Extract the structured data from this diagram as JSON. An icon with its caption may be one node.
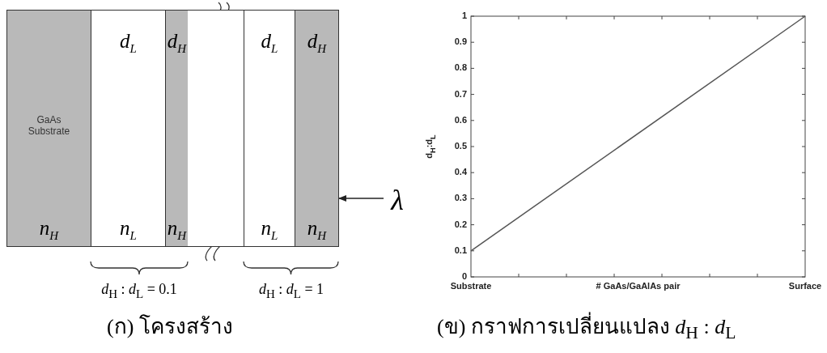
{
  "diagram": {
    "nodes": [
      {
        "text": [
          "GaAs Substrate",
          "*n*$_{H}$"
        ]
      },
      {
        "text": [
          "*d*$_{L}$",
          "*n*$_{L}$"
        ]
      },
      {
        "text": [
          "*d*$_{H}$",
          "*n*$_{H}$"
        ]
      },
      {
        "text": [],
        "shape": "box"
      },
      {
        "text": [
          "*d*$_{L}$",
          "*n*$_{L}$"
        ]
      },
      {
        "text": [
          "*d*$_{H}$",
          "*n*$_{H}$"
        ]
      },
      {
        "text": [
          "*λ*"
        ]
      }
    ],
    "edges": [
      {
        "from": 6,
        "to": 5,
        "arrow": "to"
      }
    ],
    "labels": [
      "*d*$_{H}$ : *d*$_{L}$ = 0.1",
      "*d*$_{H}$ : *d*$_{L}$ = 1",
      "(ก) โครงสร้าง",
      "(ข) กราฟการเปลี่ยนแปลง *d*$_{H}$ : *d*$_{L}$"
    ],
    "chart_data": {
      "type": "line",
      "xlabel": "# GaAs/GaAlAs pair",
      "ylabel": "d$_{H}$:d$_{L}$",
      "categories": [
        "Substrate",
        "Surface"
      ],
      "series": [
        {
          "color": "#555555",
          "values": [
            0.1,
            1
          ]
        }
      ],
      "ylim": [
        0,
        1
      ],
      "yticks": [
        0,
        0.1,
        0.2,
        0.3,
        0.4,
        0.5,
        0.6,
        0.7,
        0.8,
        0.9,
        1
      ]
    }
  }
}
